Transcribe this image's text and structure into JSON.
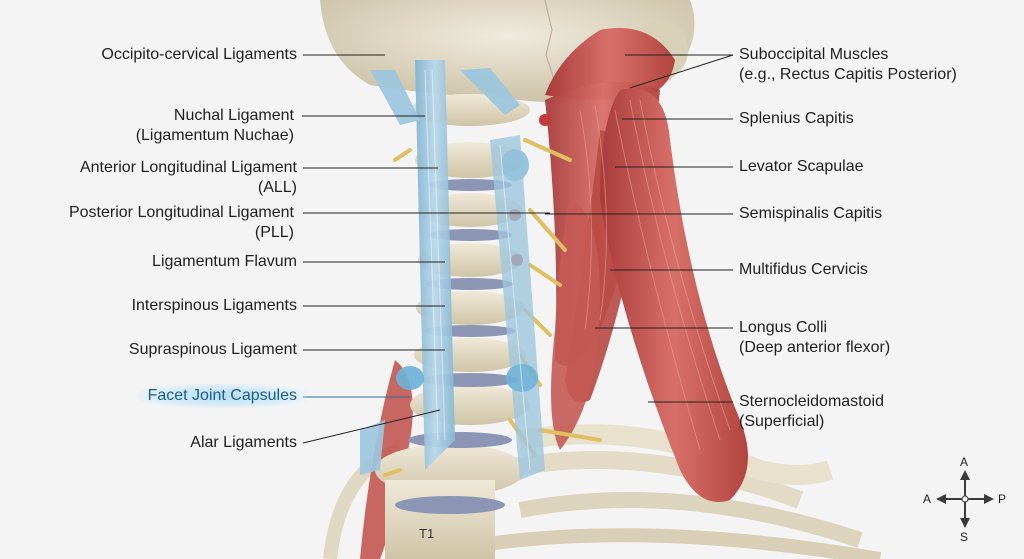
{
  "labels_left": [
    {
      "name": "occipito-cervical-ligaments",
      "lines": [
        "Occipito-cervical Ligaments"
      ]
    },
    {
      "name": "nuchal-ligament",
      "lines": [
        "Nuchal Ligament",
        "(Ligamentum Nuchae)"
      ]
    },
    {
      "name": "anterior-longitudinal-ligament",
      "lines": [
        "Anterior Longitudinal Ligament",
        "(ALL)"
      ]
    },
    {
      "name": "posterior-longitudinal-ligament",
      "lines": [
        "Posterior Longitudinal Ligament",
        "(PLL)"
      ]
    },
    {
      "name": "ligamentum-flavum",
      "lines": [
        "Ligamentum Flavum"
      ]
    },
    {
      "name": "interspinous-ligaments",
      "lines": [
        "Interspinous Ligaments"
      ]
    },
    {
      "name": "supraspinous-ligament",
      "lines": [
        "Supraspinous Ligament"
      ]
    },
    {
      "name": "facet-joint-capsules",
      "lines": [
        "Facet Joint Capsules"
      ],
      "highlighted": true
    },
    {
      "name": "alar-ligaments",
      "lines": [
        "Alar Ligaments"
      ]
    }
  ],
  "labels_right": [
    {
      "name": "suboccipital-muscles",
      "lines": [
        "Suboccipital Muscles",
        "(e.g., Rectus Capitis Posterior)"
      ]
    },
    {
      "name": "splenius-capitis",
      "lines": [
        "Splenius Capitis"
      ]
    },
    {
      "name": "levator-scapulae",
      "lines": [
        "Levator Scapulae"
      ]
    },
    {
      "name": "semispinalis-capitis",
      "lines": [
        "Semispinalis Capitis"
      ]
    },
    {
      "name": "multifidus-cervicis",
      "lines": [
        "Multifidus Cervicis"
      ]
    },
    {
      "name": "longus-colli",
      "lines": [
        "Longus Colli",
        "(Deep anterior flexor)"
      ]
    },
    {
      "name": "sternocleidomastoid",
      "lines": [
        "Sternocleidomastoid",
        "(Superficial)"
      ]
    }
  ],
  "vertebra_label": "T1",
  "compass": {
    "top": "A",
    "bottom": "S",
    "left": "A",
    "right": "P"
  },
  "colors": {
    "bone": "#e6dfcc",
    "ligament": "#9cc6de",
    "muscle": "#c9524f",
    "nerve": "#e3c46a",
    "highlight": "#1c5f86"
  }
}
